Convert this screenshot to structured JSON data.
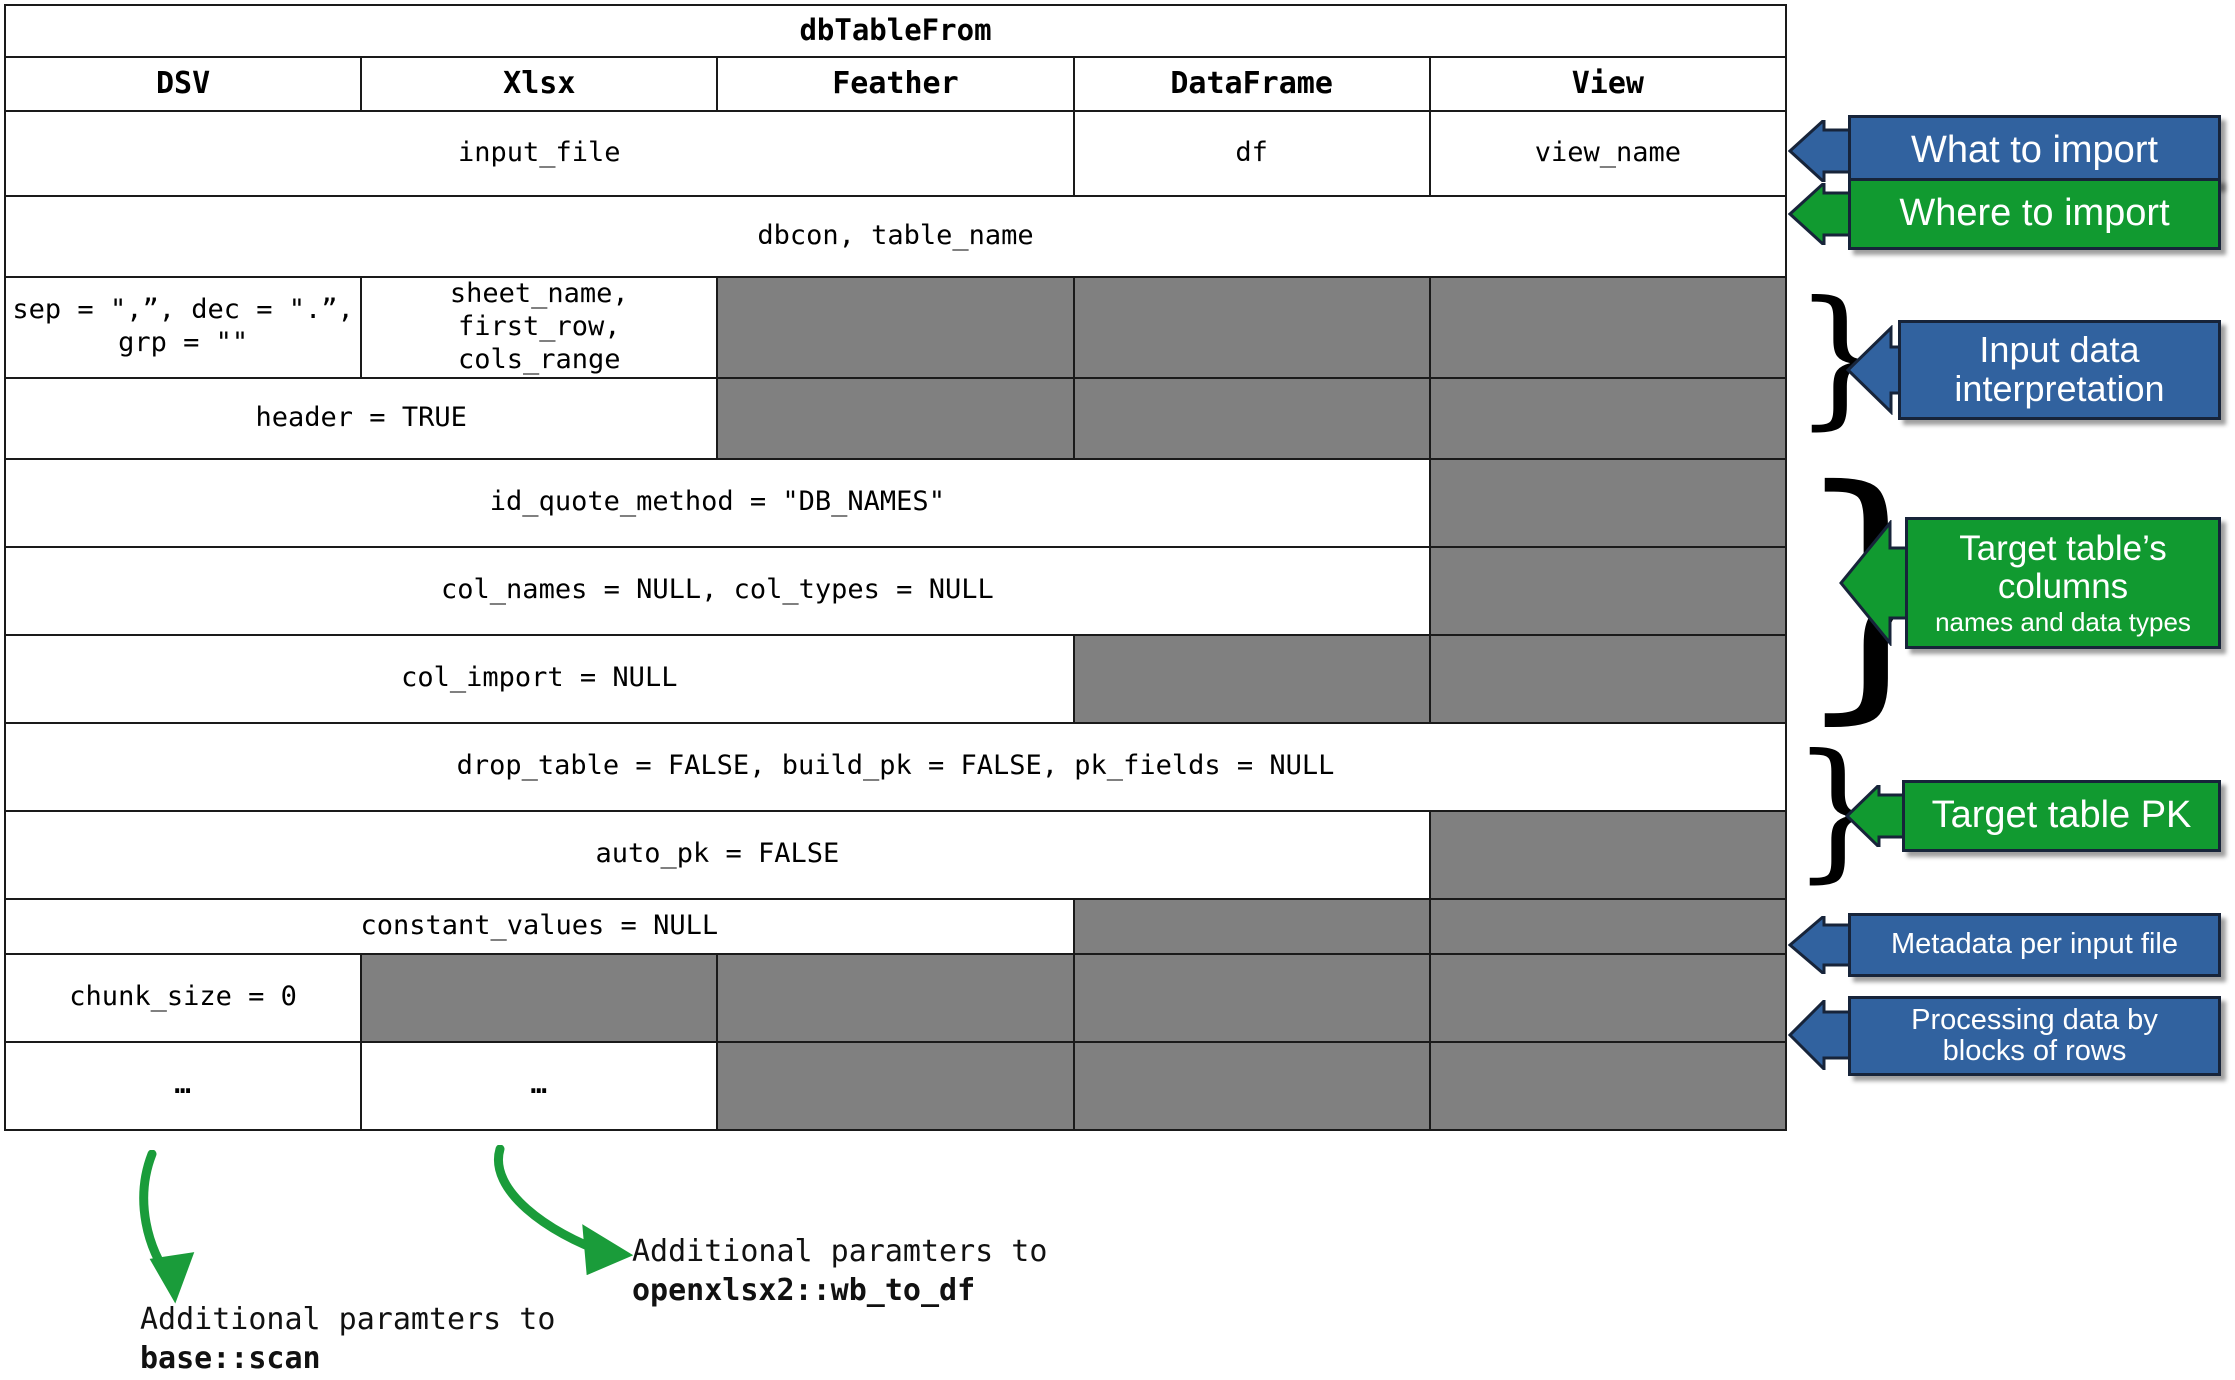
{
  "table": {
    "title": "dbTableFrom",
    "columns": [
      "DSV",
      "Xlsx",
      "Feather",
      "DataFrame",
      "View"
    ],
    "rows": [
      {
        "name": "what-to-import",
        "cells": [
          {
            "text": "input_file",
            "span": 3,
            "gray": false
          },
          {
            "text": "df",
            "span": 1,
            "gray": false
          },
          {
            "text": "view_name",
            "span": 1,
            "gray": false
          }
        ]
      },
      {
        "name": "where-to-import",
        "cells": [
          {
            "text": "dbcon, table_name",
            "span": 5,
            "gray": false
          }
        ]
      },
      {
        "name": "sep-dec-grp",
        "cells": [
          {
            "text": "sep = \",”, dec = \".”,\ngrp = \"\"",
            "span": 1,
            "gray": false
          },
          {
            "text": "sheet_name, first_row,\ncols_range",
            "span": 1,
            "gray": false
          },
          {
            "text": "",
            "span": 1,
            "gray": true
          },
          {
            "text": "",
            "span": 1,
            "gray": true
          },
          {
            "text": "",
            "span": 1,
            "gray": true
          }
        ]
      },
      {
        "name": "header",
        "cells": [
          {
            "text": "header = TRUE",
            "span": 2,
            "gray": false
          },
          {
            "text": "",
            "span": 1,
            "gray": true
          },
          {
            "text": "",
            "span": 1,
            "gray": true
          },
          {
            "text": "",
            "span": 1,
            "gray": true
          }
        ]
      },
      {
        "name": "id-quote-method",
        "cells": [
          {
            "text": "id_quote_method = \"DB_NAMES\"",
            "span": 4,
            "gray": false
          },
          {
            "text": "",
            "span": 1,
            "gray": true
          }
        ]
      },
      {
        "name": "col-names-types",
        "cells": [
          {
            "text": "col_names = NULL, col_types = NULL",
            "span": 4,
            "gray": false
          },
          {
            "text": "",
            "span": 1,
            "gray": true
          }
        ]
      },
      {
        "name": "col-import",
        "cells": [
          {
            "text": "col_import = NULL",
            "span": 3,
            "gray": false
          },
          {
            "text": "",
            "span": 1,
            "gray": true
          },
          {
            "text": "",
            "span": 1,
            "gray": true
          }
        ]
      },
      {
        "name": "drop-table-build-pk",
        "cells": [
          {
            "text": "drop_table = FALSE, build_pk = FALSE, pk_fields = NULL",
            "span": 5,
            "gray": false
          }
        ]
      },
      {
        "name": "auto-pk",
        "cells": [
          {
            "text": "auto_pk = FALSE",
            "span": 4,
            "gray": false
          },
          {
            "text": "",
            "span": 1,
            "gray": true
          }
        ]
      },
      {
        "name": "constant-values",
        "cells": [
          {
            "text": "constant_values = NULL",
            "span": 3,
            "gray": false
          },
          {
            "text": "",
            "span": 1,
            "gray": true
          },
          {
            "text": "",
            "span": 1,
            "gray": true
          }
        ]
      },
      {
        "name": "chunk-size",
        "cells": [
          {
            "text": "chunk_size = 0",
            "span": 1,
            "gray": false
          },
          {
            "text": "",
            "span": 1,
            "gray": true
          },
          {
            "text": "",
            "span": 1,
            "gray": true
          },
          {
            "text": "",
            "span": 1,
            "gray": true
          },
          {
            "text": "",
            "span": 1,
            "gray": true
          }
        ]
      },
      {
        "name": "ellipsis",
        "cells": [
          {
            "text": "…",
            "span": 1,
            "gray": false,
            "ellipsis": true
          },
          {
            "text": "…",
            "span": 1,
            "gray": false,
            "ellipsis": true
          },
          {
            "text": "",
            "span": 1,
            "gray": true
          },
          {
            "text": "",
            "span": 1,
            "gray": true
          },
          {
            "text": "",
            "span": 1,
            "gray": true
          }
        ]
      }
    ]
  },
  "callouts": [
    {
      "id": "what-to-import",
      "label": "What to import",
      "sub": "",
      "color": "blue"
    },
    {
      "id": "where-to-import",
      "label": "Where to import",
      "sub": "",
      "color": "green"
    },
    {
      "id": "input-data-interpretation",
      "label": "Input data\ninterpretation",
      "sub": "",
      "color": "blue"
    },
    {
      "id": "target-table-columns",
      "label": "Target table’s\ncolumns",
      "sub": "names and data types",
      "color": "green"
    },
    {
      "id": "target-table-pk",
      "label": "Target table PK",
      "sub": "",
      "color": "green"
    },
    {
      "id": "metadata-per-input-file",
      "label": "Metadata per input file",
      "sub": "",
      "color": "blue"
    },
    {
      "id": "processing-data-by-blocks",
      "label": "Processing data by\nblocks of rows",
      "sub": "",
      "color": "blue"
    }
  ],
  "annotations": [
    {
      "id": "base-scan",
      "line1": "Additional paramters to",
      "line2": "base::scan"
    },
    {
      "id": "wb-to-df",
      "line1": "Additional paramters to",
      "line2": "openxlsx2::wb_to_df"
    }
  ],
  "colors": {
    "blue": "#31629f",
    "green": "#119a30",
    "gray_cell": "#808080",
    "arrow_green": "#1a9c3a",
    "border": "#1a1a1a"
  }
}
